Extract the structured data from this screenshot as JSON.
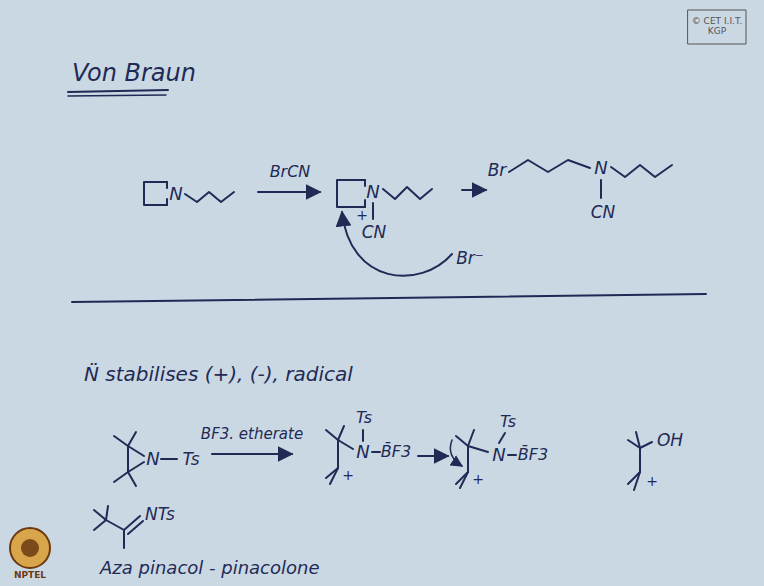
{
  "diagram": {
    "title": "Von Braun",
    "labels": [
      "© CET I.I.T. KGP",
      "BrCN",
      "N",
      "N",
      "+",
      "CN",
      "Br⁻",
      "Br",
      "N",
      "CN",
      "N̈ stabilises (+), (-), radical",
      "N",
      "Ts",
      "BF3. etherate",
      "Ts",
      "N",
      "B̄F3",
      "+",
      "Ts",
      "N",
      "B̄F3",
      "+",
      "OH",
      "+",
      "NTs",
      "Aza pinacol - pinacolone",
      "NPTEL"
    ]
  }
}
